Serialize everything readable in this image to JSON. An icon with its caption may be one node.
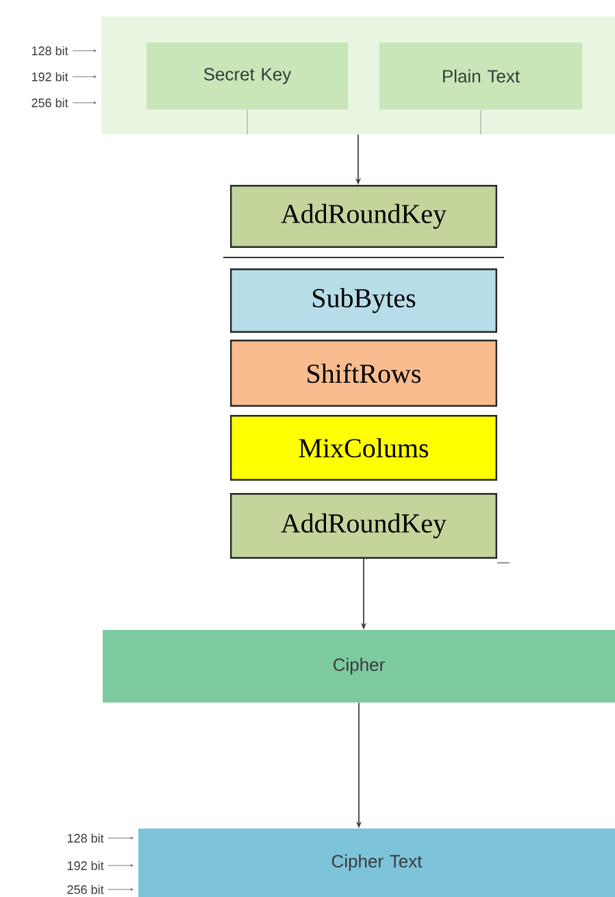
{
  "diagram": {
    "nodes": [
      {
        "text": [
          "128 bit"
        ]
      },
      {
        "text": [
          "192 bit"
        ]
      },
      {
        "text": [
          "256 bit"
        ]
      },
      {
        "text": [],
        "shape": "box"
      },
      {
        "text": [
          "Secret Key"
        ],
        "in": 3
      },
      {
        "text": [
          "Plain Text"
        ],
        "in": 3
      },
      {
        "text": [
          "AddRoundKey"
        ]
      },
      {
        "text": [
          "SubBytes"
        ]
      },
      {
        "text": [
          "ShiftRows"
        ]
      },
      {
        "text": [
          "MixColums"
        ]
      },
      {
        "text": [
          "AddRoundKey"
        ]
      },
      {
        "text": [
          "Cipher"
        ]
      },
      {
        "text": [
          "128 bit"
        ]
      },
      {
        "text": [
          "192 bit"
        ]
      },
      {
        "text": [
          "256 bit"
        ]
      },
      {
        "text": [
          "Cipher Text"
        ]
      }
    ],
    "edges": [
      {
        "from": 0,
        "to": 3,
        "arrow": "to"
      },
      {
        "from": 1,
        "to": 3,
        "arrow": "to"
      },
      {
        "from": 2,
        "to": 3,
        "arrow": "to"
      },
      {
        "from": 4,
        "to": null,
        "arrow": "none"
      },
      {
        "from": 5,
        "to": null,
        "arrow": "none"
      },
      {
        "from": 3,
        "to": 6,
        "arrow": "to"
      },
      {
        "from": 10,
        "to": 11,
        "arrow": "to"
      },
      {
        "from": 11,
        "to": 15,
        "arrow": "to"
      },
      {
        "from": 12,
        "to": 15,
        "arrow": "to"
      },
      {
        "from": 13,
        "to": 15,
        "arrow": "to"
      },
      {
        "from": 14,
        "to": 15,
        "arrow": "to"
      }
    ]
  }
}
